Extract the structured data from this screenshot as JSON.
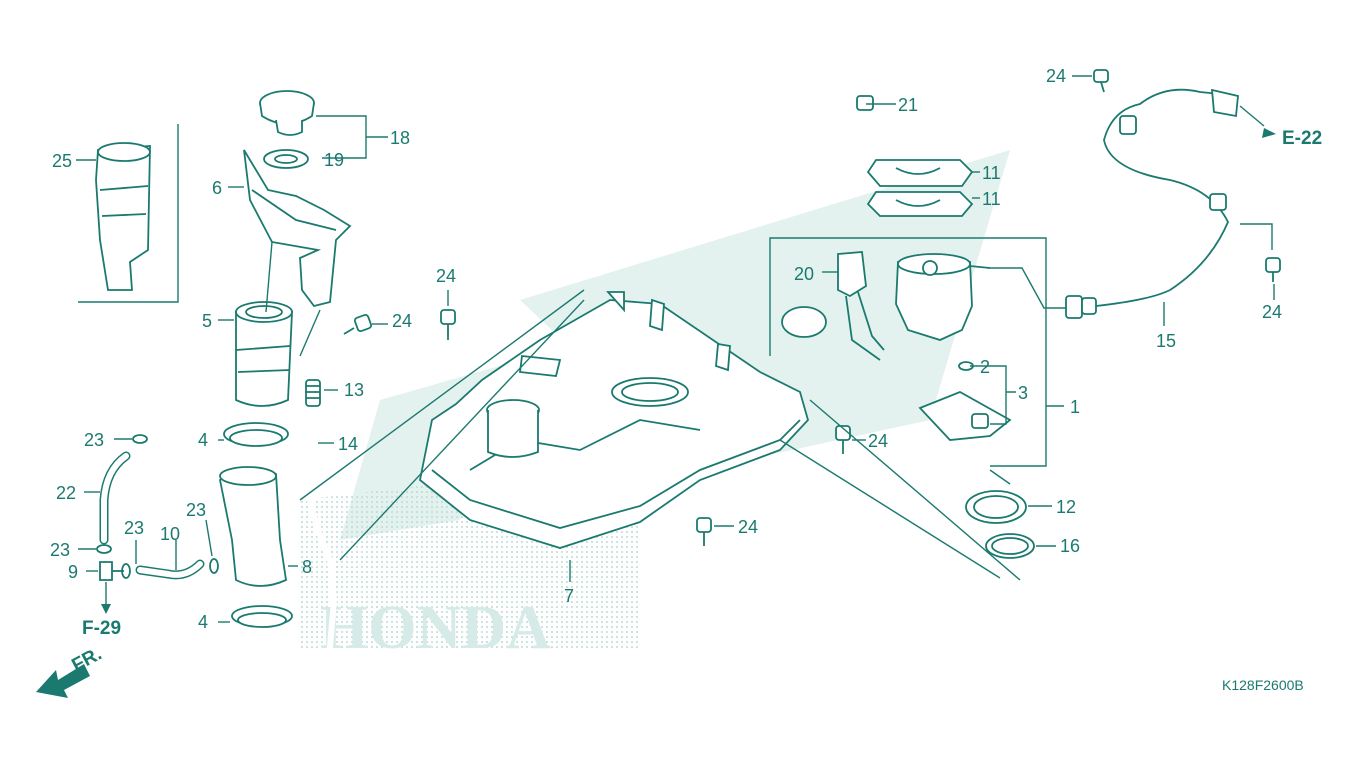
{
  "diagram": {
    "part_labels": {
      "l1": "1",
      "l2": "2",
      "l3": "3",
      "l4a": "4",
      "l4b": "4",
      "l5": "5",
      "l6": "6",
      "l7": "7",
      "l8": "8",
      "l9": "9",
      "l10": "10",
      "l11a": "11",
      "l11b": "11",
      "l12": "12",
      "l13": "13",
      "l14": "14",
      "l15": "15",
      "l16": "16",
      "l18": "18",
      "l19": "19",
      "l20": "20",
      "l21": "21",
      "l22": "22",
      "l23a": "23",
      "l23b": "23",
      "l23c": "23",
      "l23d": "23",
      "l24a": "24",
      "l24b": "24",
      "l24c": "24",
      "l24d": "24",
      "l24e": "24",
      "l24f": "24",
      "l25": "25"
    },
    "refs": {
      "e22": "E-22",
      "f29": "F-29",
      "front": "FR."
    },
    "watermark": "HONDA",
    "drawing_code": "K128F2600B"
  },
  "colors": {
    "line": "#1b7a6f",
    "watermark": "#d6ebe7"
  }
}
